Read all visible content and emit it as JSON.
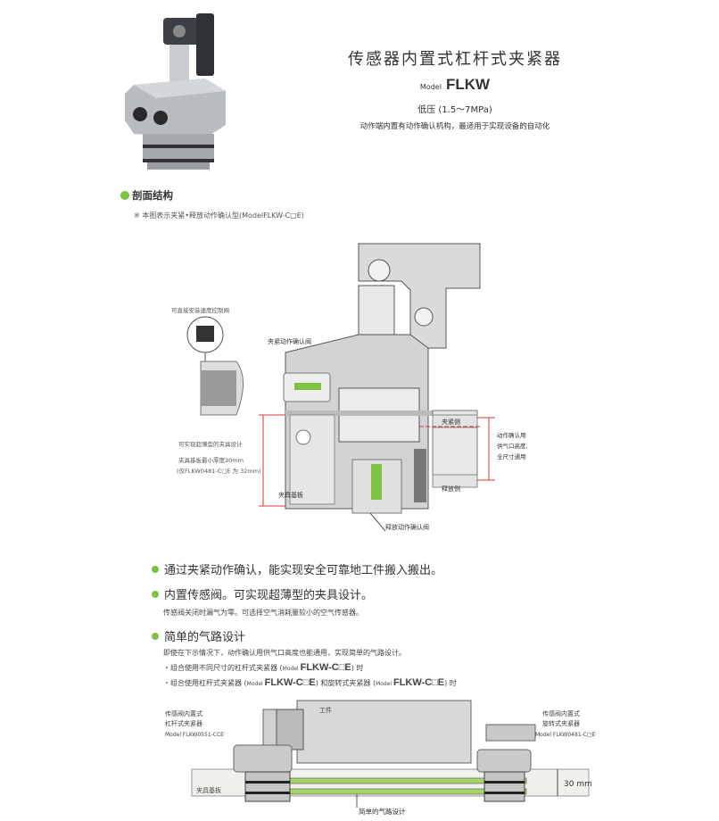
{
  "header": {
    "title": "传感器内置式杠杆式夹紧器",
    "model_prefix": "Model",
    "model": "FLKW",
    "pressure": "低压 (1.5～7MPa)",
    "description": "动作端内置有动作确认机构，最适用于实现设备的自动化"
  },
  "section": {
    "title": "剖面结构",
    "note": "※ 本图表示夹紧•释放动作确认型(ModelFLKW-C□E)"
  },
  "cross_section": {
    "speed_valve_label": "可直接安装速度控制阀",
    "clamp_confirm_valve": "夹紧动作确认阀",
    "thin_design": "可实现超薄型的夹具设计",
    "min_thickness": "夹具基板最小厚度30mm",
    "min_thickness_note": "(仅FLKW0481-C□E 为 32mm)",
    "fixture_plate": "夹具基板",
    "clamp_side": "夹紧侧",
    "release_side": "释放侧",
    "port_note_1": "动作确认用",
    "port_note_2": "供气口高度,",
    "port_note_3": "全尺寸通用",
    "release_confirm_valve": "释放动作确认阀"
  },
  "features": [
    {
      "title": "通过夹紧动作确认，能实现安全可靠地工件搬入搬出。"
    },
    {
      "title": "内置传感阀。可实现超薄型的夹具设计。",
      "text": "传感阀关闭时漏气为零。可选择空气消耗量较小的空气传感器。"
    },
    {
      "title": "简单的气路设计",
      "text": "即使在下示情况下，动作确认用供气口高度也能通用，实现简单的气路设计。",
      "items": [
        {
          "pre": "・组合使用不同尺寸的杠杆式夹紧器 (",
          "model_prefix": "Model ",
          "model": "FLKW-C□E",
          "post": ") 时"
        },
        {
          "pre": "・组合使用杠杆式夹紧器 (",
          "model_prefix": "Model ",
          "model": "FLKW-C□E",
          "mid": ") 和旋转式夹紧器 (",
          "model_prefix2": "Model ",
          "model2": "FLKW-C□E",
          "post": ") 时"
        }
      ]
    }
  ],
  "bottom_diagram": {
    "left_label_1": "传感阀内置式",
    "left_label_2": "杠杆式夹紧器",
    "left_model": "Model FLKW0551-CCE",
    "workpiece": "工件",
    "right_label_1": "传感阀内置式",
    "right_label_2": "旋转式夹紧器",
    "right_model": "Model FLKW0481-C□E",
    "fixture_plate": "夹具基板",
    "air_circuit": "简单的气路设计",
    "thickness": "30 mm"
  },
  "colors": {
    "accent": "#7dc242",
    "dimension": "#e0303a"
  }
}
